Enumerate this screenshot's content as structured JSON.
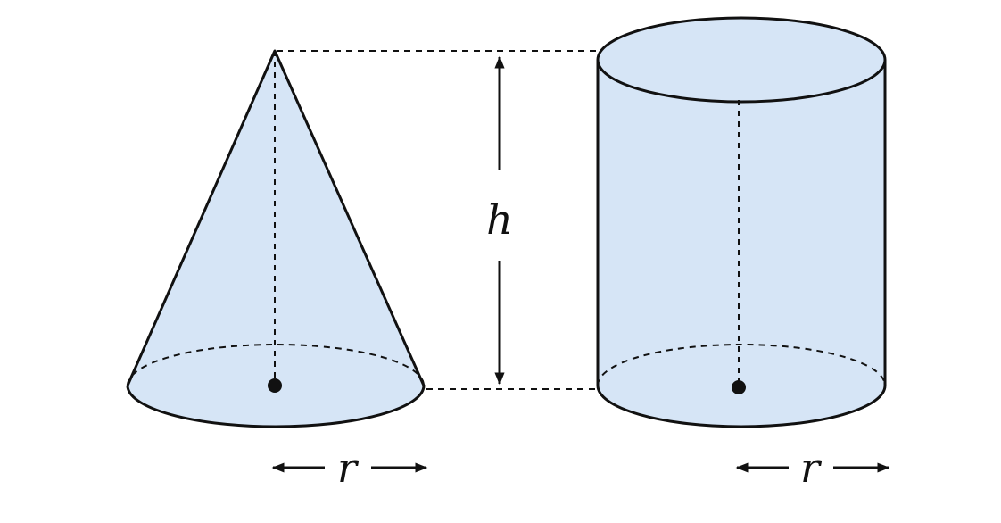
{
  "labels": {
    "height": "h",
    "cone_radius": "r",
    "cylinder_radius": "r"
  },
  "colors": {
    "fill": "#d6e5f6",
    "stroke": "#111111"
  }
}
